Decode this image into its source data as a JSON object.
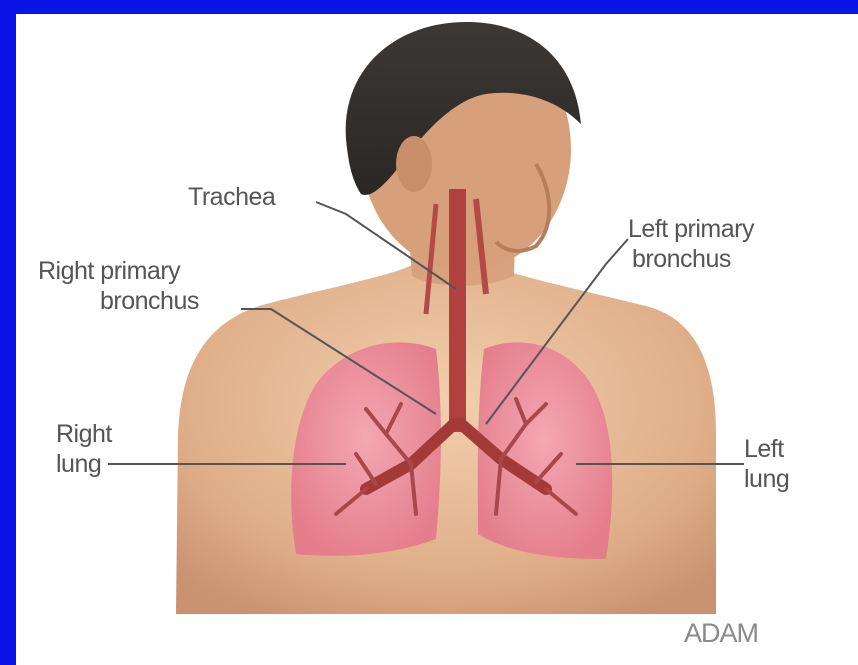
{
  "diagram": {
    "labels": {
      "trachea": "Trachea",
      "right_primary_bronchus": [
        "Right primary",
        "bronchus"
      ],
      "left_primary_bronchus": [
        "Left primary",
        "bronchus"
      ],
      "right_lung": [
        "Right",
        "lung"
      ],
      "left_lung": [
        "Left",
        "lung"
      ]
    },
    "watermark": "ADAM",
    "colors": {
      "border": "#0a14e6",
      "skin": "#e3b38f",
      "lung": "#ec8e9a",
      "airway": "#b0413e",
      "leader_line": "#555555"
    }
  }
}
